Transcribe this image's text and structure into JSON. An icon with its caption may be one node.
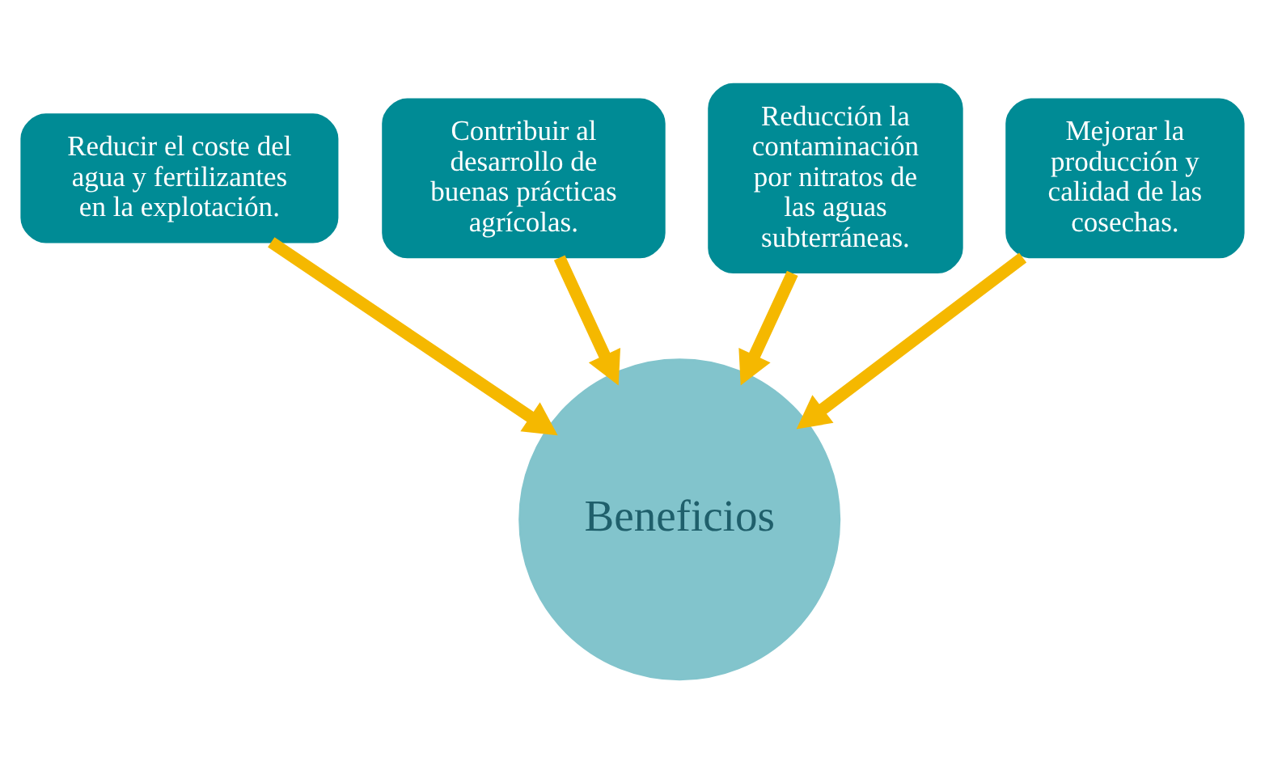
{
  "diagram": {
    "nodes": [
      {
        "text": [
          "Reducir el coste del agua y fertilizantes en la explotación."
        ]
      },
      {
        "text": [
          "Contribuir al desarrollo de buenas prácticas agrícolas."
        ]
      },
      {
        "text": [
          "Reducción la contaminación por nitratos de las aguas subterráneas."
        ]
      },
      {
        "text": [
          "Mejorar la producción y calidad de las cosechas."
        ]
      },
      {
        "text": [
          "Beneficios"
        ]
      }
    ],
    "edges": [
      {
        "from": 0,
        "to": 4,
        "arrow": "to"
      },
      {
        "from": 1,
        "to": 4,
        "arrow": "to"
      },
      {
        "from": 2,
        "to": 4,
        "arrow": "to"
      },
      {
        "from": 3,
        "to": 4,
        "arrow": "to"
      }
    ]
  }
}
